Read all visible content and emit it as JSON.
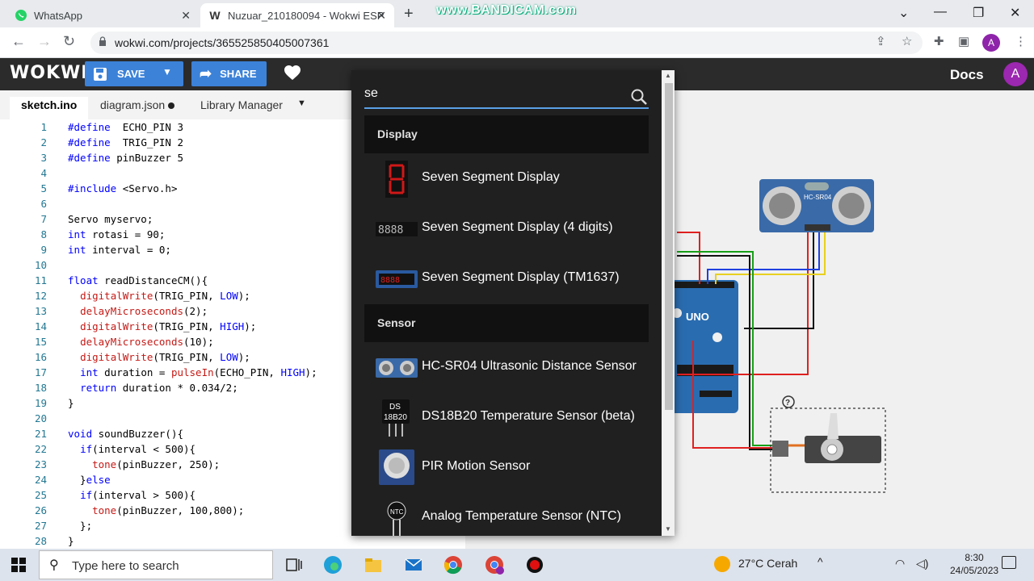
{
  "browser": {
    "tabs": [
      {
        "title": "WhatsApp",
        "active": false
      },
      {
        "title": "Nuzuar_210180094 - Wokwi ESP",
        "active": true
      }
    ],
    "new_tab": "+",
    "watermark": "www.BANDICAM.com",
    "url": "wokwi.com/projects/365525850405007361",
    "profile_initial": "A"
  },
  "wokwi": {
    "logo": "WOKWI",
    "save_label": "SAVE",
    "share_label": "SHARE",
    "docs_label": "Docs",
    "avatar_initial": "A"
  },
  "editor": {
    "tabs": [
      "sketch.ino",
      "diagram.json",
      "Library Manager"
    ],
    "lines": [
      "#define  ECHO_PIN 3",
      "#define  TRIG_PIN 2",
      "#define pinBuzzer 5",
      "",
      "#include <Servo.h>",
      "",
      "Servo myservo;",
      "int rotasi = 90;",
      "int interval = 0;",
      "",
      "float readDistanceCM(){",
      "  digitalWrite(TRIG_PIN, LOW);",
      "  delayMicroseconds(2);",
      "  digitalWrite(TRIG_PIN, HIGH);",
      "  delayMicroseconds(10);",
      "  digitalWrite(TRIG_PIN, LOW);",
      "  int duration = pulseIn(ECHO_PIN, HIGH);",
      "  return duration * 0.034/2;",
      "}",
      "",
      "void soundBuzzer(){",
      "  if(interval < 500){",
      "    tone(pinBuzzer, 250);",
      "  }else",
      "  if(interval > 500){",
      "    tone(pinBuzzer, 100,800);",
      "  };",
      "}"
    ]
  },
  "popup": {
    "search_value": "se",
    "categories": [
      {
        "name": "Display",
        "items": [
          {
            "label": "Seven Segment Display",
            "icon": "seven-segment-icon"
          },
          {
            "label": "Seven Segment Display (4 digits)",
            "icon": "seven-segment-4-icon"
          },
          {
            "label": "Seven Segment Display (TM1637)",
            "icon": "tm1637-icon"
          }
        ]
      },
      {
        "name": "Sensor",
        "items": [
          {
            "label": "HC-SR04 Ultrasonic Distance Sensor",
            "icon": "ultrasonic-icon"
          },
          {
            "label": "DS18B20 Temperature Sensor (beta)",
            "icon": "ds18b20-icon"
          },
          {
            "label": "PIR Motion Sensor",
            "icon": "pir-icon"
          },
          {
            "label": "Analog Temperature Sensor (NTC)",
            "icon": "ntc-icon"
          }
        ]
      }
    ]
  },
  "diagram": {
    "sensor_label": "HC-SR04",
    "board_label": "UNO",
    "help_mark": "?",
    "ds_chip_text": [
      "DS",
      "18B20"
    ],
    "ntc_text": "NTC"
  },
  "taskbar": {
    "search_placeholder": "Type here to search",
    "weather": "27°C  Cerah",
    "time": "8:30",
    "date": "24/05/2023"
  }
}
